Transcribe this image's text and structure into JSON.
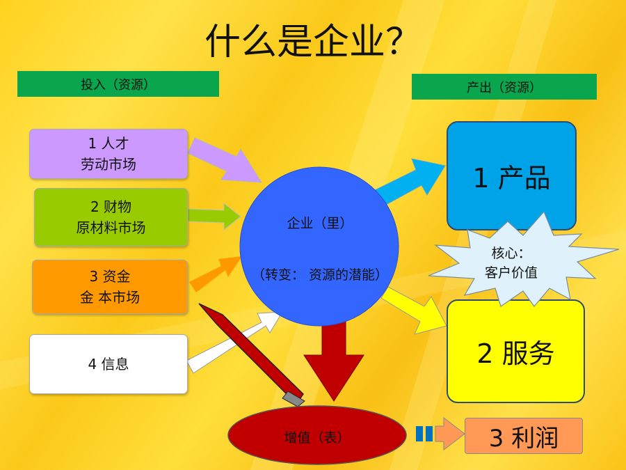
{
  "title": "什么是企业？",
  "banners": {
    "input": "投入（资源）",
    "output": "产出（资源）"
  },
  "inputs": [
    {
      "line1": "1 人才",
      "line2": "劳动市场",
      "color": "#cc99ff"
    },
    {
      "line1": "2  财物",
      "line2": "原材料市场",
      "color": "#99cc00"
    },
    {
      "line1": "3  资金",
      "line2": "金  本市场",
      "color": "#ff9900"
    },
    {
      "line1": "4    信息",
      "line2": "",
      "color": "#ffffff"
    }
  ],
  "center": {
    "label": "企业（里）",
    "sub": "（转变： 资源的潜能）",
    "color": "#3366ff"
  },
  "outputs": {
    "product": {
      "label": "1 产品",
      "color": "#00a3e8"
    },
    "service": {
      "label": "2 服务",
      "color": "#ffff00"
    },
    "profit": {
      "label": "3 利润",
      "color": "#ff9955"
    }
  },
  "core": {
    "line1": "核心：",
    "line2": "客户价值"
  },
  "value_added": {
    "label": "增值（表）",
    "color": "#c00000"
  }
}
